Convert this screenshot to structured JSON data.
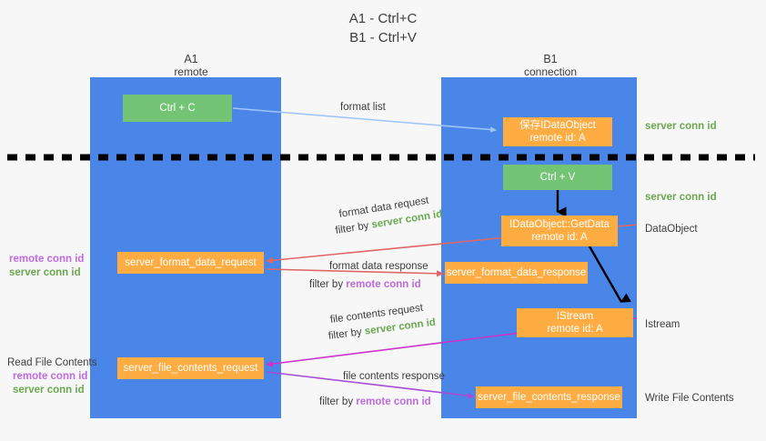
{
  "title": {
    "line1": "A1 - Ctrl+C",
    "line2": "B1 - Ctrl+V"
  },
  "columns": [
    {
      "name": "A1",
      "sub": "remote"
    },
    {
      "name": "B1",
      "sub": "connection"
    }
  ],
  "boxes": {
    "ctrl_c": "Ctrl + C",
    "ctrl_v": "Ctrl + V",
    "save_idataobject_l1": "保存IDataObject",
    "save_idataobject_l2": "remote id: A",
    "getdata_l1": "IDataObject::GetData",
    "getdata_l2": "remote id: A",
    "istream_l1": "IStream",
    "istream_l2": "remote id: A",
    "server_format_data_request": "server_format_data_request",
    "server_format_data_response": "server_format_data_response",
    "server_file_contents_request": "server_file_contents_request",
    "server_file_contents_response": "server_file_contents_response"
  },
  "edges": {
    "format_list": "format list",
    "format_data_request": "format data request",
    "format_data_response": "format data response",
    "file_contents_request": "file contents request",
    "file_contents_response": "file contents response",
    "filter_by": "filter by",
    "server_conn_id": "server conn id",
    "remote_conn_id": "remote conn id"
  },
  "right_labels": {
    "server_conn_id_top": "server conn id",
    "server_conn_id_mid": "server conn id",
    "dataobject": "DataObject",
    "istream": "Istream",
    "write_file_contents": "Write File Contents"
  },
  "left_labels": {
    "remote_conn_id_upper": "remote conn id",
    "server_conn_id_upper": "server conn id",
    "read_file_contents": "Read File Contents",
    "remote_conn_id_lower": "remote conn id",
    "server_conn_id_lower": "server conn id"
  },
  "colors": {
    "lane": "#4a86e8",
    "green_box": "#74c476",
    "orange_box": "#ffad42",
    "green_text": "#6aa84f",
    "purple_text": "#c06ae0",
    "arrow_blue": "#9fc5f8",
    "arrow_red": "#e06666",
    "arrow_magenta": "#cc33cc",
    "arrow_purple": "#a64dd6",
    "arrow_black": "#000000",
    "background": "#f7f7f7"
  }
}
